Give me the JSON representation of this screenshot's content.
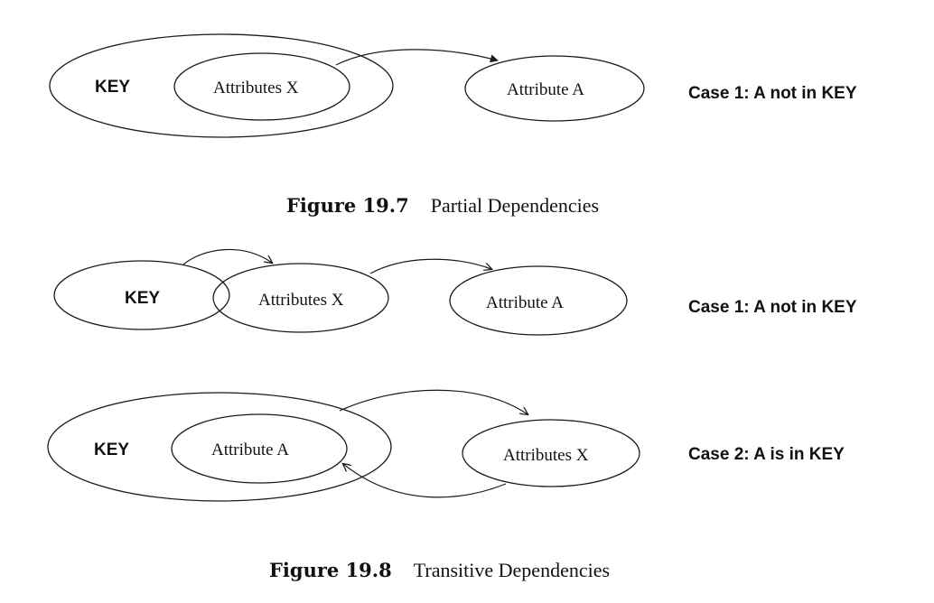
{
  "figure_19_7": {
    "key_label": "KEY",
    "attributes_x_label": "Attributes X",
    "attribute_a_label": "Attribute A",
    "case_label": "Case 1:  A not in KEY",
    "caption_number": "Figure 19.7",
    "caption_title": "Partial Dependencies"
  },
  "figure_19_8": {
    "case1": {
      "key_label": "KEY",
      "attributes_x_label": "Attributes X",
      "attribute_a_label": "Attribute A",
      "case_label": "Case 1:  A not in KEY"
    },
    "case2": {
      "key_label": "KEY",
      "attribute_a_label": "Attribute A",
      "attributes_x_label": "Attributes X",
      "case_label": "Case 2:  A is in KEY"
    },
    "caption_number": "Figure 19.8",
    "caption_title": "Transitive Dependencies"
  }
}
